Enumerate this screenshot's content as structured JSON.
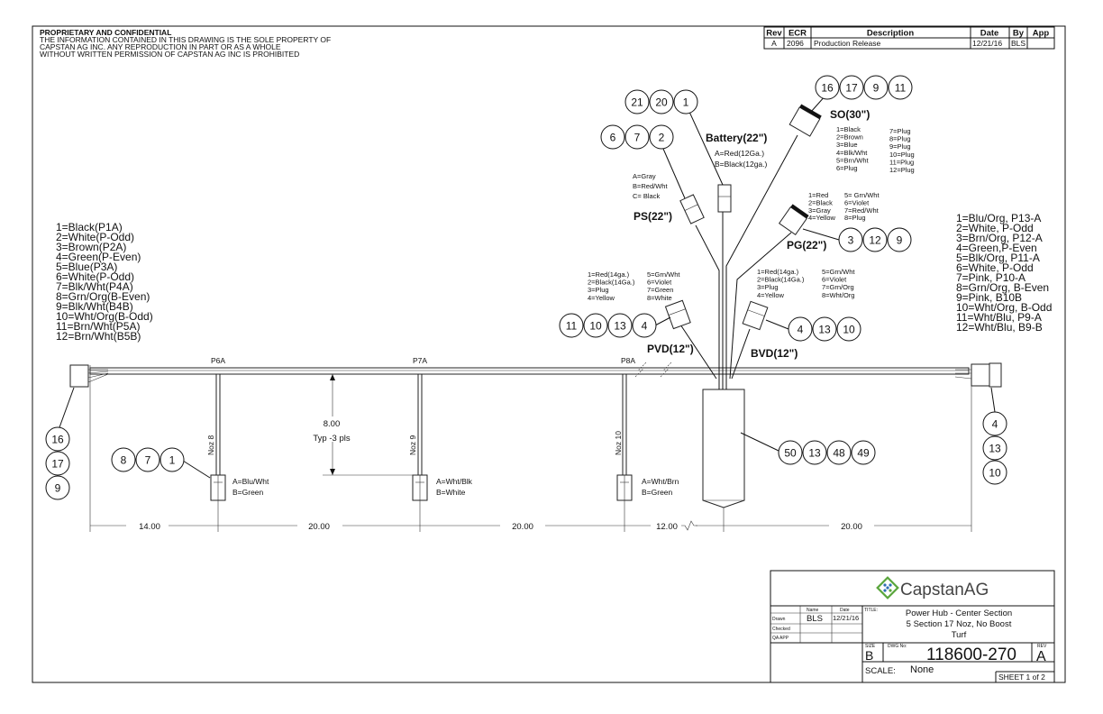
{
  "notice": {
    "heading": "PROPRIETARY AND CONFIDENTIAL",
    "lines": [
      "THE INFORMATION CONTAINED IN THIS DRAWING IS THE SOLE PROPERTY OF",
      "CAPSTAN AG INC. ANY REPRODUCTION IN PART OR AS A WHOLE",
      "WITHOUT WRITTEN PERMISSION OF CAPSTAN AG INC IS PROHIBITED"
    ]
  },
  "revision_table": {
    "headers": [
      "Rev",
      "ECR",
      "Description",
      "Date",
      "By",
      "App"
    ],
    "rows": [
      [
        "A",
        "2096",
        "Production Release",
        "12/21/16",
        "BLS",
        ""
      ]
    ]
  },
  "connectors": {
    "battery": {
      "title": "Battery(22\")",
      "pins": [
        "A=Red(12Ga.)",
        "B=Black(12ga.)"
      ]
    },
    "so": {
      "title": "SO(30\")",
      "pins_left": [
        "1=Black",
        "2=Brown",
        "3=Blue",
        "4=Blk/Wht",
        "5=Brn/Wht",
        "6=Plug"
      ],
      "pins_right": [
        "7=Plug",
        "8=Plug",
        "9=Plug",
        "10=Plug",
        "11=Plug",
        "12=Plug"
      ]
    },
    "ps": {
      "title": "PS(22\")",
      "pins": [
        "A=Gray",
        "B=Red/Wht",
        "C= Black"
      ]
    },
    "pg": {
      "title": "PG(22\")",
      "pins_left": [
        "1=Red",
        "2=Black",
        "3=Gray",
        "4=Yellow"
      ],
      "pins_right": [
        "5= Grn/Wht",
        "6=Violet",
        "7=Red/Wht",
        "8=Plug"
      ]
    },
    "pvd": {
      "title": "PVD(12\")",
      "pins_left": [
        "1=Red(14ga.)",
        "2=Black(14Ga.)",
        "3=Plug",
        "4=Yellow"
      ],
      "pins_right": [
        "5=Grn/Wht",
        "6=Violet",
        "7=Green",
        "8=White"
      ]
    },
    "bvd": {
      "title": "BVD(12\")",
      "pins_left": [
        "1=Red(14ga.)",
        "2=Black(14Ga.)",
        "3=Plug",
        "4=Yellow"
      ],
      "pins_right": [
        "5=Grn/Wht",
        "6=Violet",
        "7=Grn/Org",
        "8=Wht/Org"
      ]
    },
    "left_end": {
      "pins": [
        "1=Black(P1A)",
        "2=White(P-Odd)",
        "3=Brown(P2A)",
        "4=Green(P-Even)",
        "5=Blue(P3A)",
        "6=White(P-Odd)",
        "7=Blk/Wht(P4A)",
        "8=Grn/Org(B-Even)",
        "9=Blk/Wht(B4B)",
        "10=Wht/Org(B-Odd)",
        "11=Brn/Wht(P5A)",
        "12=Brn/Wht(B5B)"
      ]
    },
    "right_end": {
      "pins": [
        "1=Blu/Org, P13-A",
        "2=White, P-Odd",
        "3=Brn/Org, P12-A",
        "4=Green,P-Even",
        "5=Blk/Org, P11-A",
        "6=White, P-Odd",
        "7=Pink, P10-A",
        "8=Grn/Org, B-Even",
        "9=Pink, B10B",
        "10=Wht/Org, B-Odd",
        "11=Wht/Blu, P9-A",
        "12=Wht/Blu, B9-B"
      ]
    },
    "nozzles": [
      {
        "branch": "P6A",
        "label": "Noz 8",
        "pins": [
          "A=Blu/Wht",
          "B=Green"
        ]
      },
      {
        "branch": "P7A",
        "label": "Noz 9",
        "pins": [
          "A=Wht/Blk",
          "B=White"
        ]
      },
      {
        "branch": "P8A",
        "label": "Noz 10",
        "pins": [
          "A=Wht/Brn",
          "B=Green"
        ]
      }
    ]
  },
  "balloons": {
    "battery": [
      "21",
      "20",
      "1"
    ],
    "ps": [
      "6",
      "7",
      "2"
    ],
    "so": [
      "16",
      "17",
      "9",
      "11"
    ],
    "pg": [
      "3",
      "12",
      "9"
    ],
    "pvd": [
      "11",
      "10",
      "13",
      "4"
    ],
    "bvd": [
      "4",
      "13",
      "10"
    ],
    "left_end": [
      "16",
      "17",
      "9"
    ],
    "nozzle": [
      "8",
      "7",
      "1"
    ],
    "hub": [
      "50",
      "13",
      "48",
      "49"
    ],
    "right_end": [
      "4",
      "13",
      "10"
    ]
  },
  "dimensions": {
    "drop_length": "8.00",
    "drop_note": "Typ -3 pls",
    "spans": [
      "14.00",
      "20.00",
      "20.00",
      "12.00",
      "20.00"
    ]
  },
  "title_block": {
    "company": "CapstanAG",
    "name_header": "Name",
    "date_header": "Date",
    "rows": [
      {
        "label": "Drawn",
        "name": "BLS",
        "date": "12/21/16"
      },
      {
        "label": "Checked",
        "name": "",
        "date": ""
      },
      {
        "label": "QA APP",
        "name": "",
        "date": ""
      }
    ],
    "title_label": "TITLE:",
    "title_lines": [
      "Power Hub - Center Section",
      "5 Section 17 Noz, No Boost",
      "Turf"
    ],
    "size_label": "SIZE",
    "size": "B",
    "dwg_label": "DWG No:",
    "dwg_no": "118600-270",
    "rev_label": "REV",
    "rev": "A",
    "scale_label": "SCALE:",
    "scale": "None",
    "sheet": "SHEET 1 of 2"
  },
  "colors": {
    "logo_green": "#5aa63c",
    "logo_blue": "#2f6db5",
    "line": "#111111"
  }
}
